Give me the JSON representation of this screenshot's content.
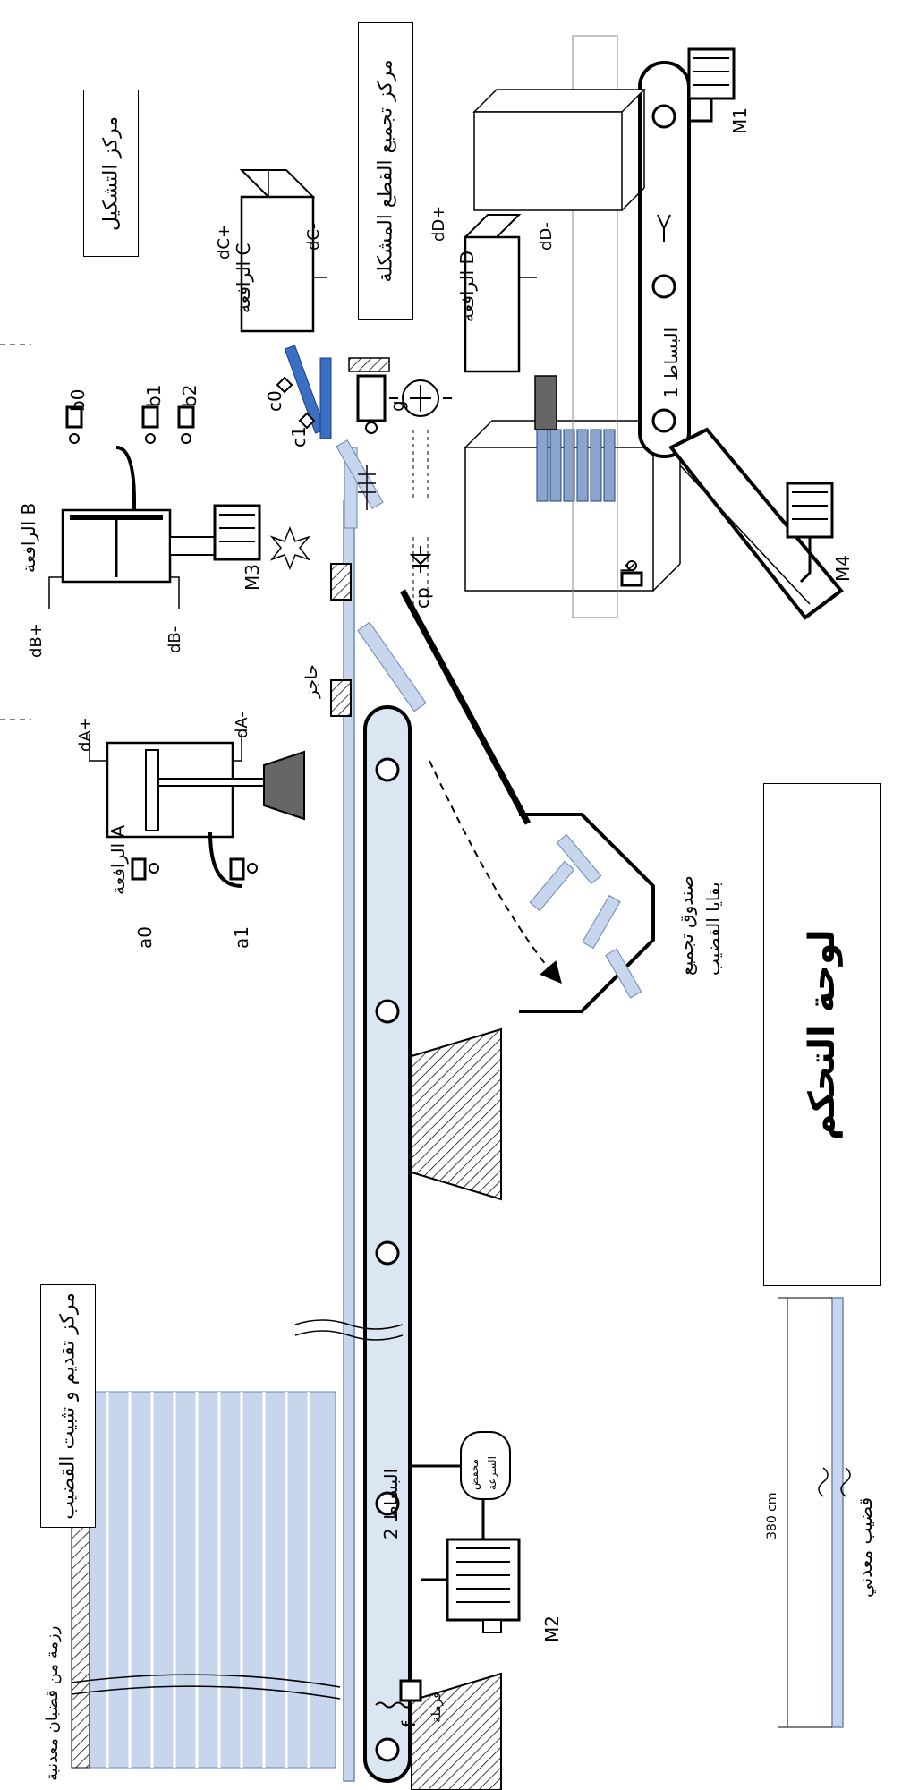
{
  "stations": {
    "forming": "مركز التشكيل",
    "collect": "مركز تجميع القطع المشكلة",
    "feed": "مركز تقديم و تثبيت القضيب"
  },
  "panel": {
    "title": "لوحة التحكم"
  },
  "jacks": {
    "A": "الرافعة A",
    "B": "الرافعة B",
    "C": "الرافعة C",
    "D": "الرافعة D"
  },
  "conveyors": {
    "belt1": "البساط 1",
    "belt2": "البساط 2"
  },
  "motors": {
    "M1": "M1",
    "M2": "M2",
    "M3": "M3",
    "M4": "M4"
  },
  "sensors": {
    "a0": "a0",
    "a1": "a1",
    "b0": "b0",
    "b1": "b1",
    "b2": "b2",
    "c0": "c0",
    "c1": "c1",
    "g": "g",
    "k": "k",
    "f": "f",
    "cp": "cp"
  },
  "distributors": {
    "dA_plus": "dA+",
    "dA_minus": "dA-",
    "dB_plus": "dB+",
    "dB_minus": "dB-",
    "dC_plus": "dC+",
    "dC_minus": "dC-",
    "dD_plus": "dD+",
    "dD_minus": "dD-"
  },
  "labels": {
    "stopper": "حاجز",
    "scrap_box_line1": "صندوق تجميع",
    "scrap_box_line2": "بقايا القضيب",
    "speed_reducer_line1": "مخفض",
    "speed_reducer_line2": "السرعة",
    "bundle": "رزمة من قضبان معدنية",
    "brake": "فرملة",
    "rod_caption": "قضيب معدني",
    "rod_length": "380 cm"
  }
}
